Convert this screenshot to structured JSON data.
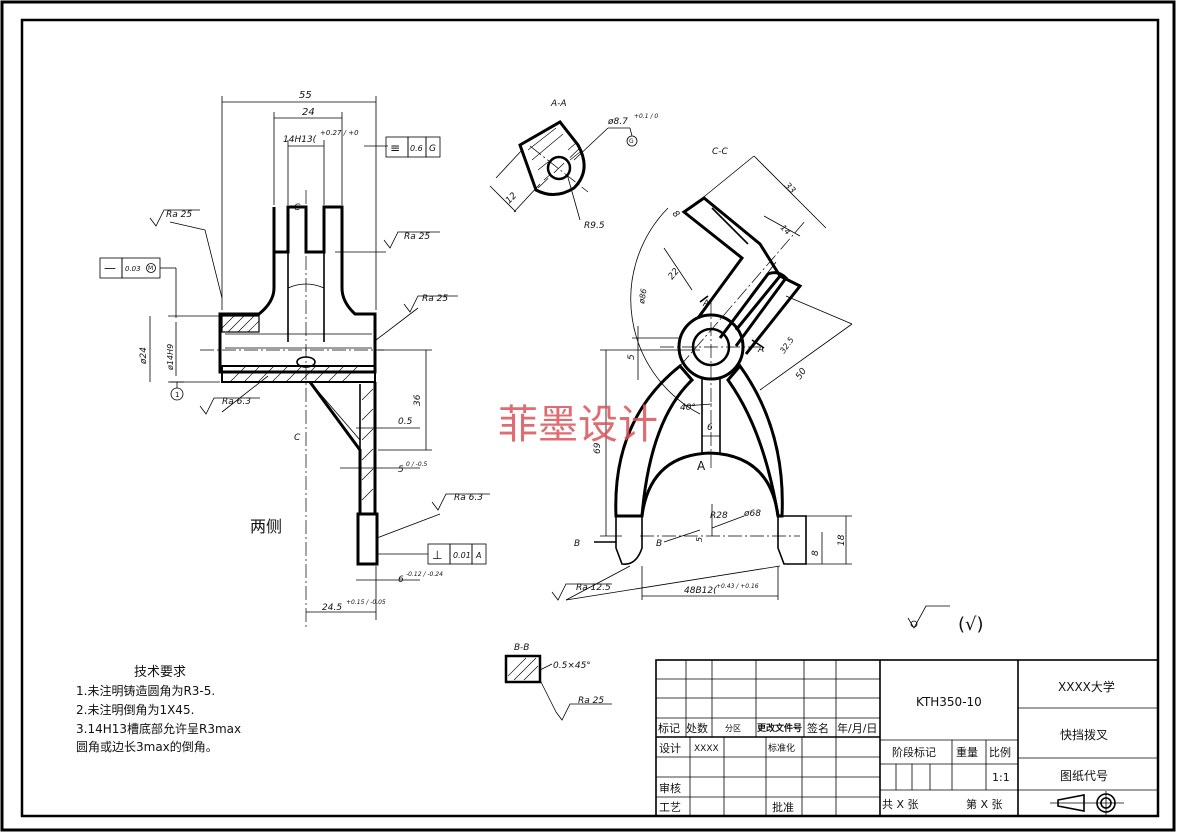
{
  "watermark": "菲墨设计",
  "notes": {
    "title": "技术要求",
    "lines": [
      "1.未注明铸造圆角为R3-5.",
      "2.未注明倒角为1X45.",
      "3.14H13槽底部允许呈R3max",
      "圆角或边长3max的倒角。"
    ]
  },
  "views": {
    "aa_label": "A-A",
    "cc_label": "C-C",
    "bb_label": "B-B",
    "both_sides": "两侧",
    "section_c_top": "C",
    "section_c_bottom": "C",
    "section_a_left": "A",
    "section_a_right": "A",
    "section_a_bottom": "A",
    "section_b_left": "B",
    "section_b_right": "B"
  },
  "dimensions": {
    "d55": "55",
    "d24": "24",
    "d14h13": "14H13(",
    "d14h13_tol": "+0.27 / +0",
    "d24dia": "ø24",
    "d14h9": "ø14H9",
    "d36": "36",
    "d05": "0.5",
    "d5": "5",
    "d5_tol": "0 / -0.5",
    "d6": "6",
    "d6_tol": "-0.12 / -0.24",
    "d245": "24.5",
    "d245_tol": "+0.15 / -0.05",
    "d87": "ø8.7",
    "d87_tol": "+0.1 / 0",
    "d12": "12",
    "r95": "R9.5",
    "d33": "33",
    "d8": "8",
    "d14b": "14",
    "d22": "22",
    "d325": "32.5",
    "d50": "50",
    "d86": "ø86",
    "d5b": "5",
    "d69": "69",
    "d40": "40°",
    "d6b": "6",
    "r28": "R28",
    "d68": "ø68",
    "d5c": "5",
    "d8b": "8",
    "d18": "18",
    "d48": "48B12(",
    "d48_tol": "+0.43 / +0.16",
    "chamfer": "0.5×45°"
  },
  "tolerances": {
    "sym_symbol": "≡",
    "sym_value": "0.6",
    "sym_datum": "G",
    "str_symbol": "—",
    "str_value": "0.03",
    "str_mod": "M",
    "perp_symbol": "⊥",
    "perp_value": "0.01",
    "perp_datum": "A",
    "datum_1": "1",
    "datum_g": "G"
  },
  "roughness": {
    "ra25_a": "Ra 25",
    "ra25_b": "Ra 25",
    "ra25_c": "Ra 25",
    "ra63_a": "Ra 6.3",
    "ra63_b": "Ra 6.3",
    "ra125": "Ra 12.5",
    "ra25_bb": "Ra 25",
    "general": "(√)"
  },
  "title_block": {
    "drawing_no": "KTH350-10",
    "school": "XXXX大学",
    "part_name": "快挡拨叉",
    "drawing_code": "图纸代号",
    "mark": "标记",
    "count": "处数",
    "zone": "分区",
    "change_doc": "更改文件号",
    "sign": "签名",
    "date": "年/月/日",
    "design": "设计",
    "designer": "XXXX",
    "standard": "标准化",
    "stage": "阶段标记",
    "weight": "重量",
    "scale_label": "比例",
    "scale": "1:1",
    "review": "审核",
    "process": "工艺",
    "approve": "批准",
    "total_sheets": "共 X 张",
    "sheet_no": "第 X 张"
  }
}
